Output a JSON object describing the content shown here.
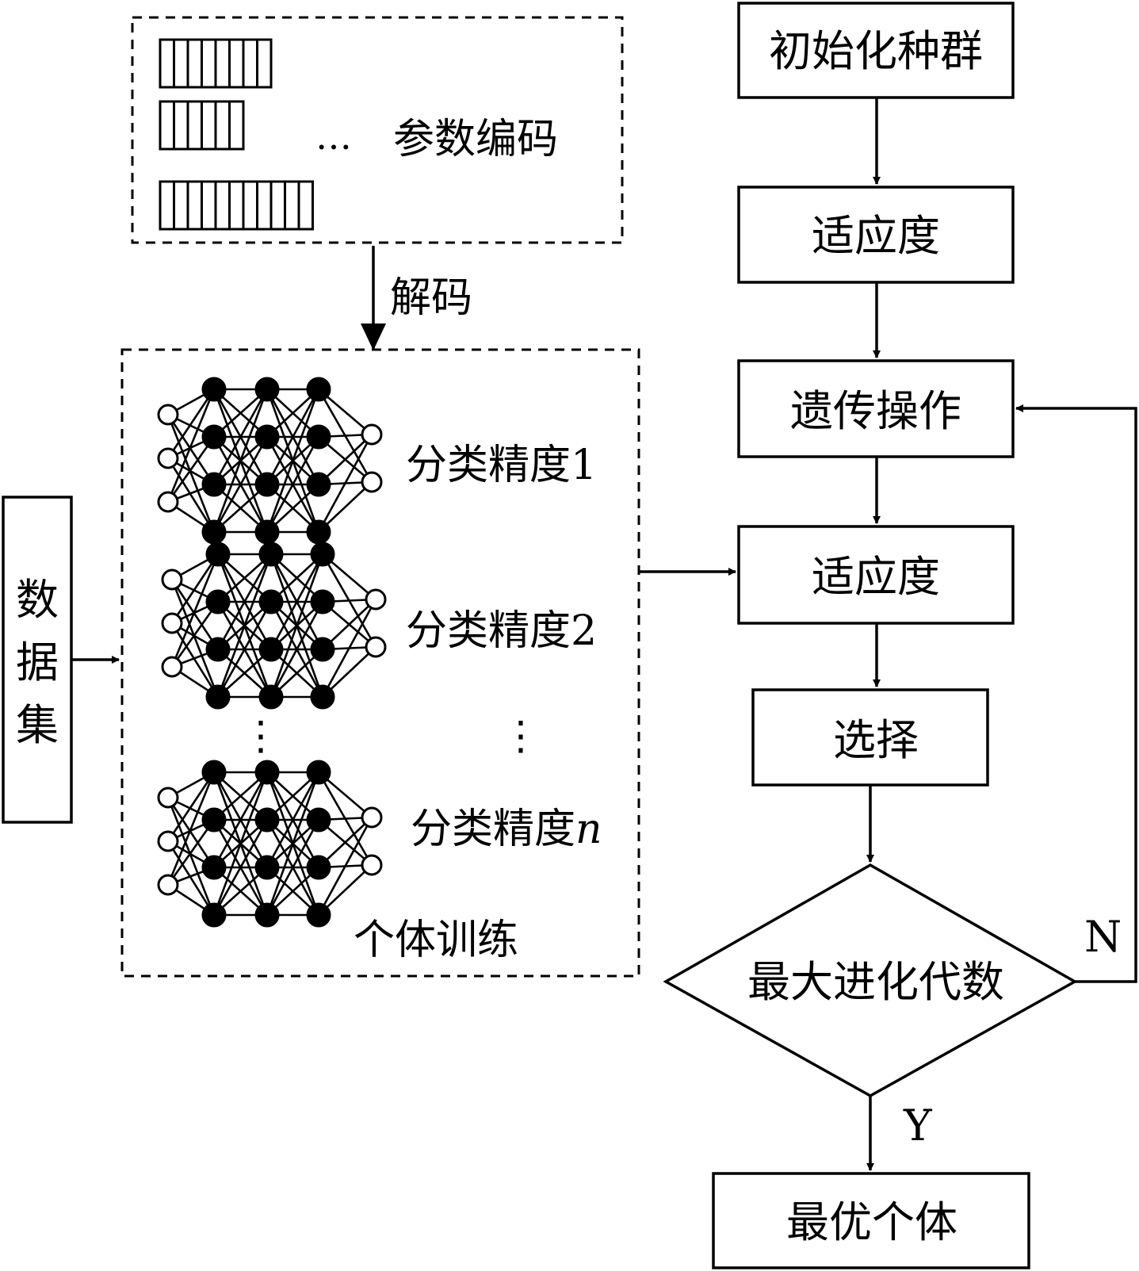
{
  "flow": {
    "init_population": "初始化种群",
    "fitness_1": "适应度",
    "genetic_ops": "遗传操作",
    "fitness_2": "适应度",
    "selection": "选择",
    "max_generations": "最大进化代数",
    "best_individual": "最优个体",
    "no_label": "N",
    "yes_label": "Y"
  },
  "encoding": {
    "title": "参数编码",
    "ellipsis": "…",
    "strings": [
      {
        "cells": 8
      },
      {
        "cells": 6
      },
      {
        "cells": 11
      }
    ]
  },
  "decode_label": "解码",
  "dataset_label": [
    "数",
    "据",
    "集"
  ],
  "training": {
    "title": "个体训练",
    "networks": [
      {
        "accuracy_prefix": "分类精度",
        "accuracy_suffix": "1",
        "suffix_italic": false
      },
      {
        "accuracy_prefix": "分类精度",
        "accuracy_suffix": "2",
        "suffix_italic": false
      },
      {
        "accuracy_prefix": "分类精度",
        "accuracy_suffix": "n",
        "suffix_italic": true
      }
    ],
    "vertical_ellipsis": "⋮"
  }
}
